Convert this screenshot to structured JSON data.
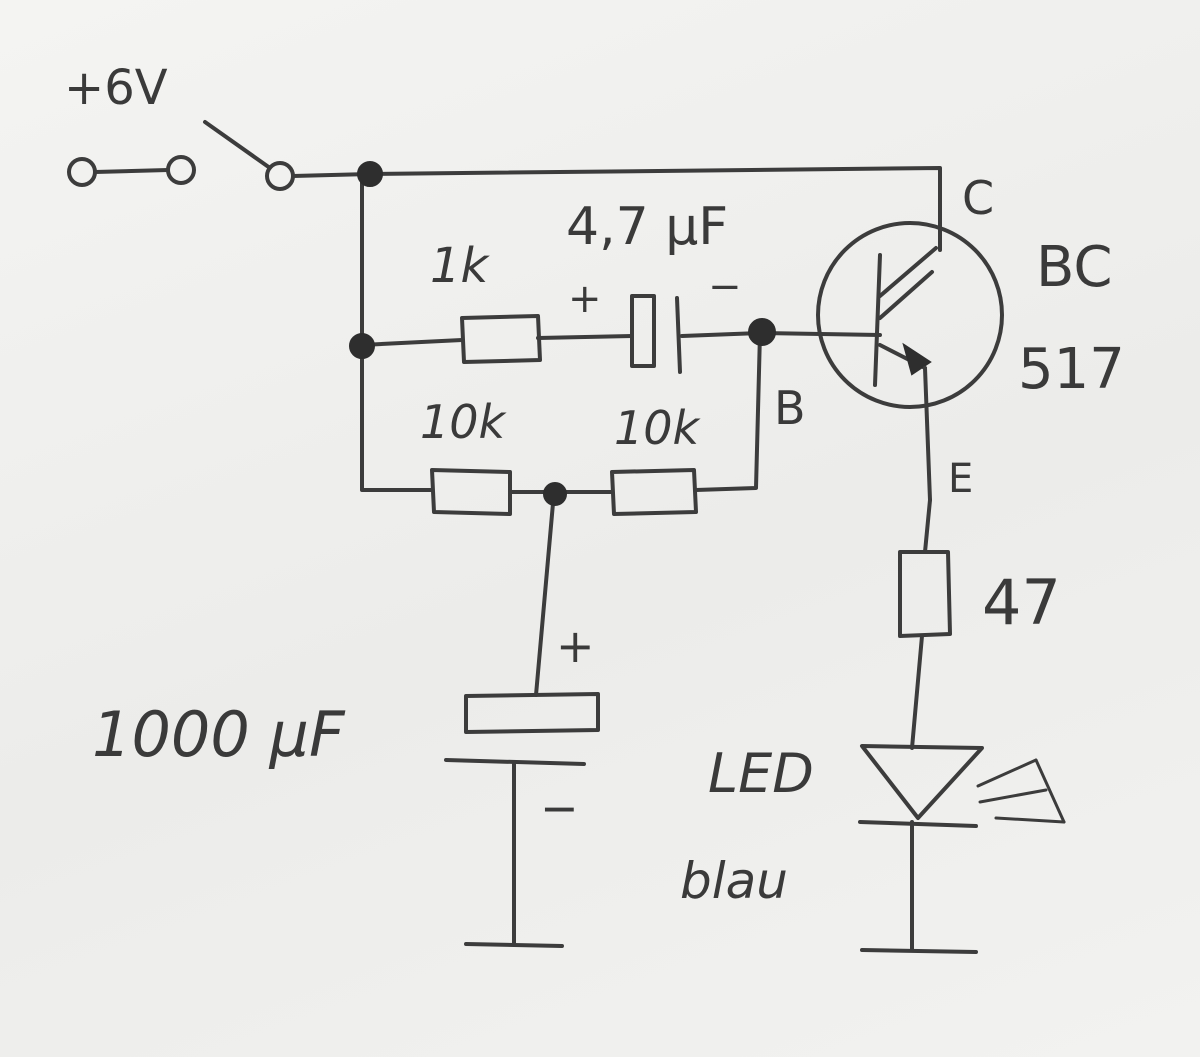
{
  "supply": {
    "label": "+6V"
  },
  "capacitor_small": {
    "value": "4,7 µF",
    "plus": "+",
    "minus": "−"
  },
  "resistor_r1": {
    "value": "1k"
  },
  "resistor_r2": {
    "value": "10k"
  },
  "resistor_r3": {
    "value": "10k"
  },
  "capacitor_large": {
    "value": "1000 µF",
    "plus": "+",
    "minus": "−"
  },
  "transistor": {
    "type_line1": "BC",
    "type_line2": "517",
    "collector": "C",
    "base": "B",
    "emitter": "E"
  },
  "resistor_r4": {
    "value": "47"
  },
  "led": {
    "line1": "LED",
    "line2": "blau"
  }
}
